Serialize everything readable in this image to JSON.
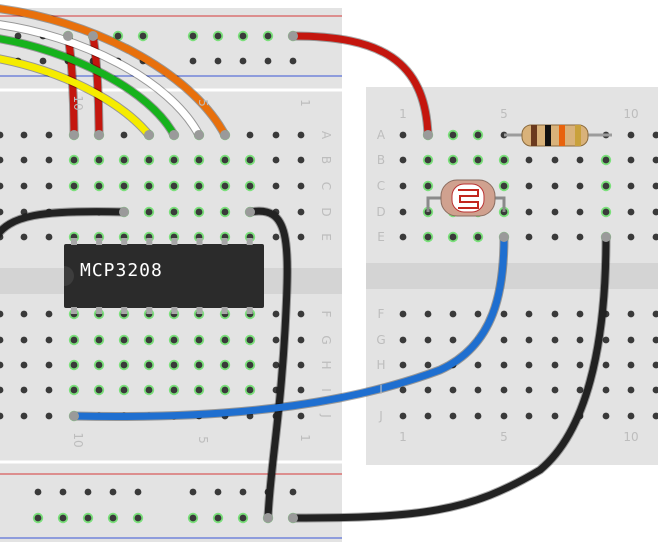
{
  "chip": {
    "label": "MCP3208"
  },
  "main_board": {
    "row_letters_top": [
      "A",
      "B",
      "C",
      "D",
      "E"
    ],
    "row_letters_bottom": [
      "F",
      "G",
      "H",
      "I",
      "J"
    ],
    "column_numbers": [
      "1",
      "5",
      "10"
    ]
  },
  "small_board": {
    "row_letters": [
      "A",
      "B",
      "C",
      "D",
      "E",
      "F",
      "G",
      "H",
      "I",
      "J"
    ],
    "column_numbers": [
      "1",
      "5",
      "10"
    ]
  },
  "components": {
    "resistor": "resistor",
    "photoresistor": "photoresistor"
  },
  "colors": {
    "wire_red": "#c4160e",
    "wire_orange": "#e8700c",
    "wire_white": "#ffffff",
    "wire_green": "#16b21c",
    "wire_yellow": "#f5ec00",
    "wire_black": "#222222",
    "wire_blue": "#1f6fd0",
    "board": "#e3e3e3",
    "chip": "#2b2b2b",
    "active_hole": "#7be07b",
    "rail_red": "#d43a3a",
    "rail_blue": "#3a55d4"
  }
}
